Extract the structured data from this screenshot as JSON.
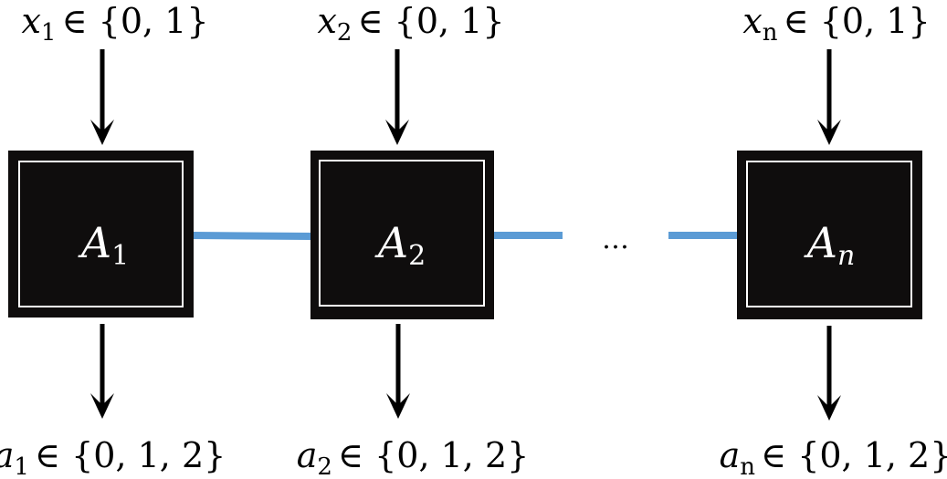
{
  "colors": {
    "box_fill": "#0f0d0d",
    "box_inner_border": "#ffffff",
    "arrow": "#000000",
    "link": "#5b9bd5"
  },
  "agents": [
    {
      "id": "1",
      "name_letter": "A",
      "name_sub": "1",
      "input": {
        "var": "x",
        "sub": "1",
        "set_text": "∈ {0, 1}"
      },
      "output": {
        "var": "a",
        "sub": "1",
        "set_text": "∈ {0, 1, 2}"
      }
    },
    {
      "id": "2",
      "name_letter": "A",
      "name_sub": "2",
      "input": {
        "var": "x",
        "sub": "2",
        "set_text": "∈ {0, 1}"
      },
      "output": {
        "var": "a",
        "sub": "2",
        "set_text": "∈ {0, 1, 2}"
      }
    },
    {
      "id": "n",
      "name_letter": "A",
      "name_sub": "n",
      "input": {
        "var": "x",
        "sub": "n",
        "set_text": "∈ {0, 1}"
      },
      "output": {
        "var": "a",
        "sub": "n",
        "set_text": "∈ {0, 1, 2}"
      }
    }
  ],
  "ellipsis": "…"
}
